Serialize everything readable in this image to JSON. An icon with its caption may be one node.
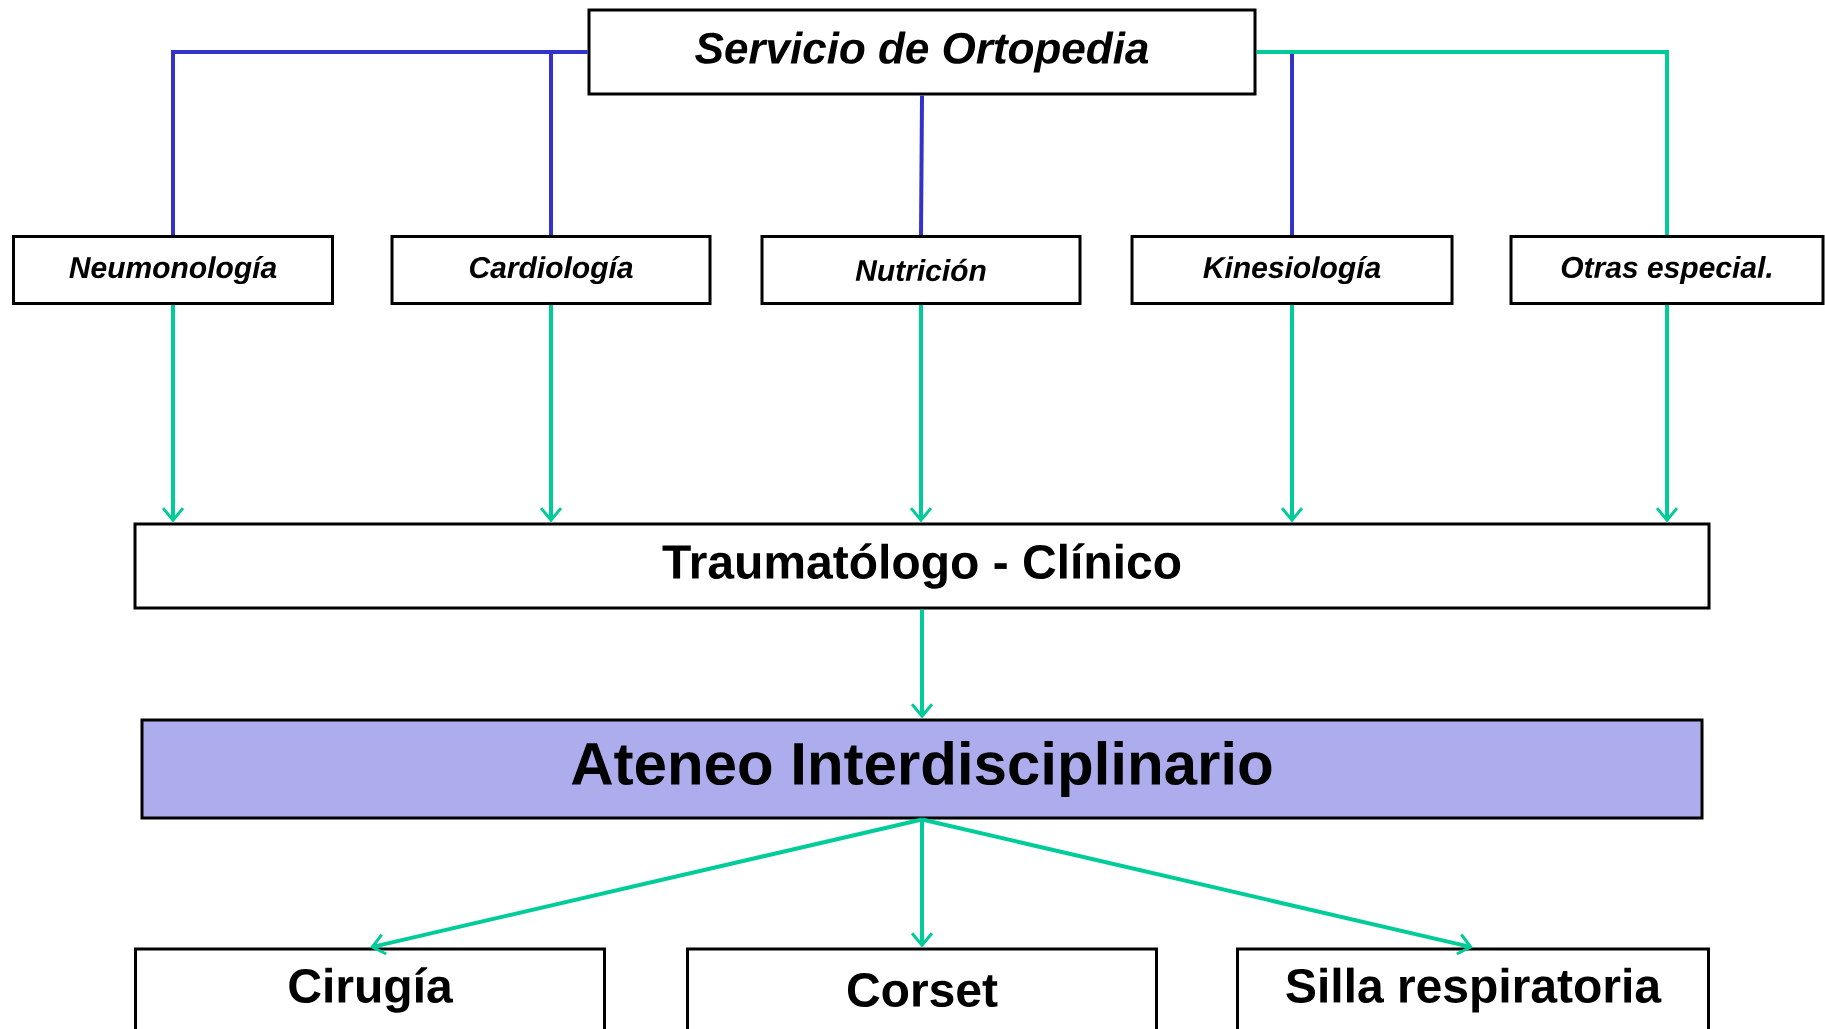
{
  "diagram": {
    "nodes": [
      {
        "text": [
          "Servicio de Ortopedia"
        ]
      },
      {
        "text": [
          "Neumonología"
        ]
      },
      {
        "text": [
          "Cardiología"
        ]
      },
      {
        "text": [
          "Nutrición"
        ]
      },
      {
        "text": [
          "Kinesiología"
        ]
      },
      {
        "text": [
          "Otras especial."
        ]
      },
      {
        "text": [
          "Traumatólogo - Clínico"
        ]
      },
      {
        "text": [
          "Ateneo Interdisciplinario"
        ]
      },
      {
        "text": [
          "Cirugía"
        ]
      },
      {
        "text": [
          "Corset"
        ]
      },
      {
        "text": [
          "Silla respiratoria"
        ]
      }
    ],
    "edges": [
      {
        "from": 0,
        "to": 1,
        "arrow": "none",
        "color": "#3333cc"
      },
      {
        "from": 0,
        "to": 2,
        "arrow": "none",
        "color": "#3333cc"
      },
      {
        "from": 0,
        "to": 3,
        "arrow": "none",
        "color": "#3333cc"
      },
      {
        "from": 0,
        "to": 4,
        "arrow": "none",
        "color": "#3333cc"
      },
      {
        "from": 0,
        "to": 5,
        "arrow": "none"
      },
      {
        "from": 1,
        "to": 6,
        "arrow": "to"
      },
      {
        "from": 2,
        "to": 6,
        "arrow": "to"
      },
      {
        "from": 3,
        "to": 6,
        "arrow": "to"
      },
      {
        "from": 4,
        "to": 6,
        "arrow": "to"
      },
      {
        "from": 5,
        "to": 6,
        "arrow": "to"
      },
      {
        "from": 6,
        "to": 7,
        "arrow": "to"
      },
      {
        "from": 7,
        "to": 8,
        "arrow": "to"
      },
      {
        "from": 7,
        "to": 9,
        "arrow": "to"
      },
      {
        "from": 7,
        "to": 10,
        "arrow": "to"
      }
    ]
  }
}
